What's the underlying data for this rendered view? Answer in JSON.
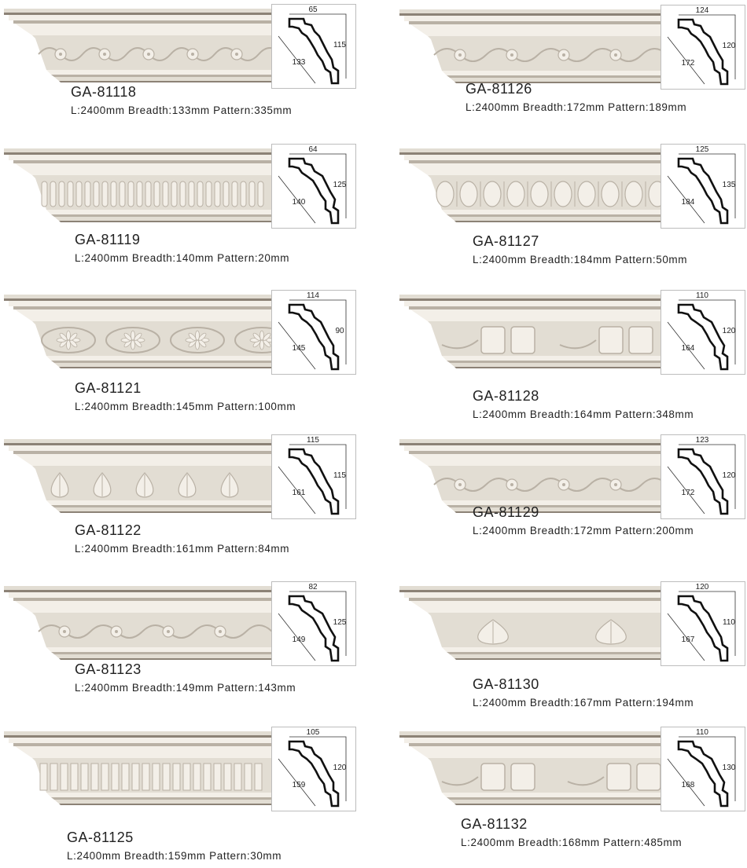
{
  "products": [
    {
      "code": "GA-81118",
      "spec": "L:2400mm  Breadth:133mm  Pattern:335mm",
      "dim_top": "65",
      "dim_diag": "133",
      "dim_side": "115",
      "pattern": "floral"
    },
    {
      "code": "GA-81126",
      "spec": "L:2400mm  Breadth:172mm  Pattern:189mm",
      "dim_top": "124",
      "dim_diag": "172",
      "dim_side": "120",
      "pattern": "vine"
    },
    {
      "code": "GA-81119",
      "spec": "L:2400mm  Breadth:140mm  Pattern:20mm",
      "dim_top": "64",
      "dim_diag": "140",
      "dim_side": "125",
      "pattern": "flute"
    },
    {
      "code": "GA-81127",
      "spec": "L:2400mm  Breadth:184mm  Pattern:50mm",
      "dim_top": "125",
      "dim_diag": "184",
      "dim_side": "135",
      "pattern": "egg"
    },
    {
      "code": "GA-81121",
      "spec": "L:2400mm  Breadth:145mm  Pattern:100mm",
      "dim_top": "114",
      "dim_diag": "145",
      "dim_side": "90",
      "pattern": "rosette"
    },
    {
      "code": "GA-81128",
      "spec": "L:2400mm  Breadth:164mm  Pattern:348mm",
      "dim_top": "110",
      "dim_diag": "164",
      "dim_side": "120",
      "pattern": "bracket"
    },
    {
      "code": "GA-81122",
      "spec": "L:2400mm  Breadth:161mm  Pattern:84mm",
      "dim_top": "115",
      "dim_diag": "161",
      "dim_side": "115",
      "pattern": "acanthus"
    },
    {
      "code": "GA-81129",
      "spec": "L:2400mm  Breadth:172mm  Pattern:200mm",
      "dim_top": "123",
      "dim_diag": "172",
      "dim_side": "120",
      "pattern": "scroll"
    },
    {
      "code": "GA-81123",
      "spec": "L:2400mm  Breadth:149mm  Pattern:143mm",
      "dim_top": "82",
      "dim_diag": "149",
      "dim_side": "125",
      "pattern": "garland"
    },
    {
      "code": "GA-81130",
      "spec": "L:2400mm  Breadth:167mm  Pattern:194mm",
      "dim_top": "120",
      "dim_diag": "167",
      "dim_side": "110",
      "pattern": "leaf"
    },
    {
      "code": "GA-81125",
      "spec": "L:2400mm  Breadth:159mm  Pattern:30mm",
      "dim_top": "105",
      "dim_diag": "159",
      "dim_side": "120",
      "pattern": "dentil"
    },
    {
      "code": "GA-81132",
      "spec": "L:2400mm  Breadth:168mm  Pattern:485mm",
      "dim_top": "110",
      "dim_diag": "168",
      "dim_side": "130",
      "pattern": "swag"
    }
  ],
  "colors": {
    "moulding_light": "#f3efe8",
    "moulding_mid": "#e2ddd3",
    "moulding_shadow": "#b9b1a5",
    "moulding_dark": "#8c8276",
    "box_border": "#bdbdbd",
    "text": "#222222"
  }
}
